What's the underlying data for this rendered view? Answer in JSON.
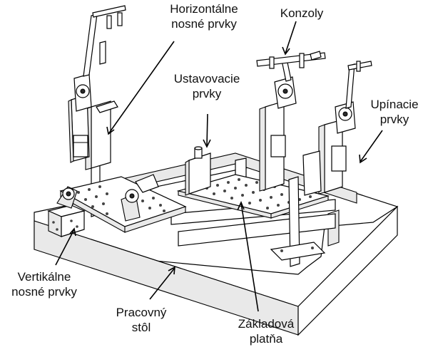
{
  "labels": {
    "horizontalne": [
      "Horizontálne",
      "nosné prvky"
    ],
    "konzoly": [
      "Konzoly"
    ],
    "ustavovacie": [
      "Ustavovacie",
      "prvky"
    ],
    "upinacie": [
      "Upínacie",
      "prvky"
    ],
    "vertikalne": [
      "Vertikálne",
      "nosné prvky"
    ],
    "pracovny": [
      "Pracovný",
      "stôl"
    ],
    "zakladova": [
      "Základová",
      "platňa"
    ]
  },
  "colors": {
    "line": "#000000",
    "background": "#ffffff",
    "shade": "#e9e9e9"
  }
}
